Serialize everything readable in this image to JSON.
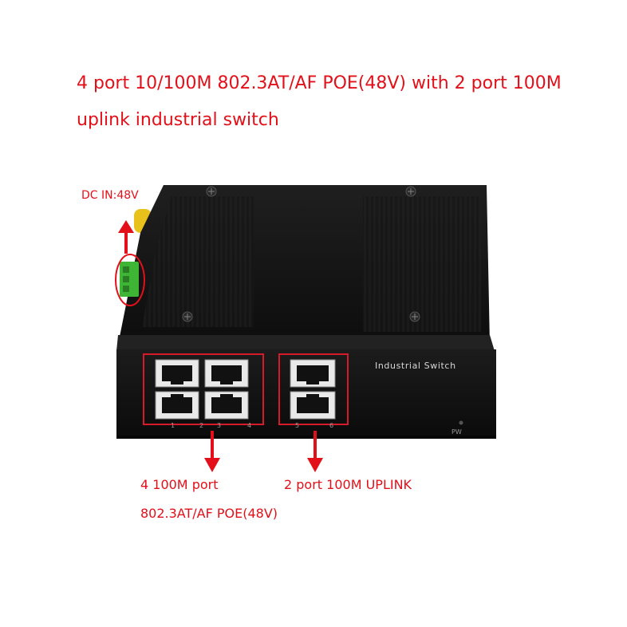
{
  "headline": {
    "line1": "4 port  10/100M 802.3AT/AF POE(48V) with 2 port 100M",
    "line2": "uplink industrial switch"
  },
  "callouts": {
    "dc_in": "DC IN:48V",
    "poe_ports_line1": "4 100M port",
    "poe_ports_line2": "802.3AT/AF POE(48V)",
    "uplink_ports": "2 port 100M UPLINK"
  },
  "device": {
    "front_label": "Industrial Switch",
    "power_led_label": "PW",
    "port_numbers": [
      "1",
      "2",
      "3",
      "4",
      "5",
      "6"
    ]
  },
  "colors": {
    "annotation_red": "#e3101a",
    "housing_black": "#141414",
    "terminal_green": "#3fb536"
  }
}
